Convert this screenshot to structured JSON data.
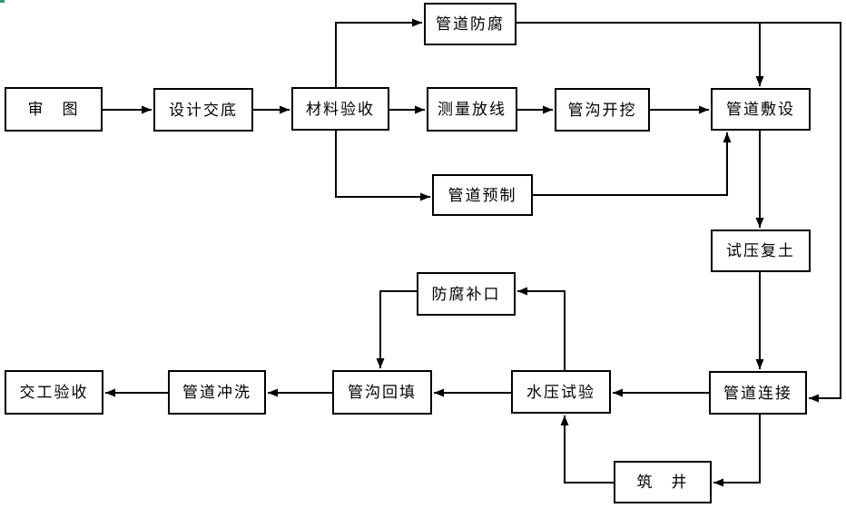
{
  "diagram": {
    "type": "flowchart",
    "background_color": "#ffffff",
    "line_color": "#000000",
    "box_border_color": "#000000",
    "text_color": "#000000",
    "corner_artifact_color": "#2f9e68",
    "nodes": [
      {
        "id": "review-drawings",
        "label": "审　图"
      },
      {
        "id": "design-disclosure",
        "label": "设计交底"
      },
      {
        "id": "material-acceptance",
        "label": "材料验收"
      },
      {
        "id": "pipeline-anticorrosion",
        "label": "管道防腐"
      },
      {
        "id": "survey-setting-out",
        "label": "测量放线"
      },
      {
        "id": "trench-excavation",
        "label": "管沟开挖"
      },
      {
        "id": "pipeline-laying",
        "label": "管道敷设"
      },
      {
        "id": "pipeline-prefabrication",
        "label": "管道预制"
      },
      {
        "id": "pressure-test-backfill",
        "label": "试压复土"
      },
      {
        "id": "anticorrosion-joint-coating",
        "label": "防腐补口"
      },
      {
        "id": "handover-acceptance",
        "label": "交工验收"
      },
      {
        "id": "pipeline-flushing",
        "label": "管道冲洗"
      },
      {
        "id": "trench-backfilling",
        "label": "管沟回填"
      },
      {
        "id": "hydrostatic-test",
        "label": "水压试验"
      },
      {
        "id": "pipeline-connection",
        "label": "管道连接"
      },
      {
        "id": "well-construction",
        "label": "筑　井"
      }
    ],
    "edges": [
      {
        "from": "review-drawings",
        "to": "design-disclosure"
      },
      {
        "from": "design-disclosure",
        "to": "material-acceptance"
      },
      {
        "from": "material-acceptance",
        "to": "pipeline-anticorrosion"
      },
      {
        "from": "material-acceptance",
        "to": "survey-setting-out"
      },
      {
        "from": "material-acceptance",
        "to": "pipeline-prefabrication"
      },
      {
        "from": "survey-setting-out",
        "to": "trench-excavation"
      },
      {
        "from": "trench-excavation",
        "to": "pipeline-laying"
      },
      {
        "from": "pipeline-anticorrosion",
        "to": "pipeline-laying"
      },
      {
        "from": "pipeline-anticorrosion",
        "to": "pipeline-connection"
      },
      {
        "from": "pipeline-prefabrication",
        "to": "pipeline-laying"
      },
      {
        "from": "pipeline-laying",
        "to": "pressure-test-backfill"
      },
      {
        "from": "pressure-test-backfill",
        "to": "pipeline-connection"
      },
      {
        "from": "pipeline-connection",
        "to": "hydrostatic-test"
      },
      {
        "from": "pipeline-connection",
        "to": "well-construction"
      },
      {
        "from": "well-construction",
        "to": "hydrostatic-test"
      },
      {
        "from": "hydrostatic-test",
        "to": "anticorrosion-joint-coating"
      },
      {
        "from": "anticorrosion-joint-coating",
        "to": "trench-backfilling"
      },
      {
        "from": "hydrostatic-test",
        "to": "trench-backfilling"
      },
      {
        "from": "trench-backfilling",
        "to": "pipeline-flushing"
      },
      {
        "from": "pipeline-flushing",
        "to": "handover-acceptance"
      }
    ]
  }
}
